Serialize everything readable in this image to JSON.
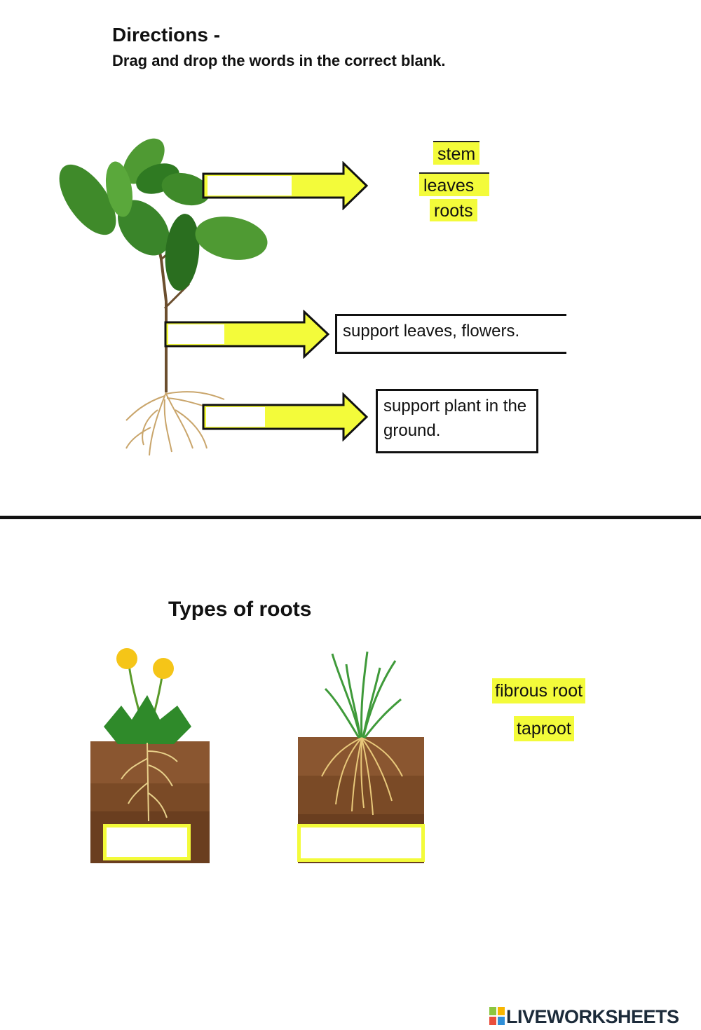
{
  "directions": {
    "title": "Directions -",
    "subtitle": "Drag and drop the words in the correct blank."
  },
  "part1": {
    "word_bank": [
      "stem",
      "leaves",
      "roots"
    ],
    "stem_description": "support leaves, flowers.",
    "root_description": "support plant in the ground."
  },
  "part2": {
    "heading": "Types of roots",
    "word_bank": [
      "fibrous root",
      "taproot"
    ]
  },
  "footer": {
    "logo_text": "LIVEWORKSHEETS"
  },
  "colors": {
    "highlight": "#f3fb3a",
    "leaf": "#3f8a2a",
    "soil": "#7a4a26"
  }
}
